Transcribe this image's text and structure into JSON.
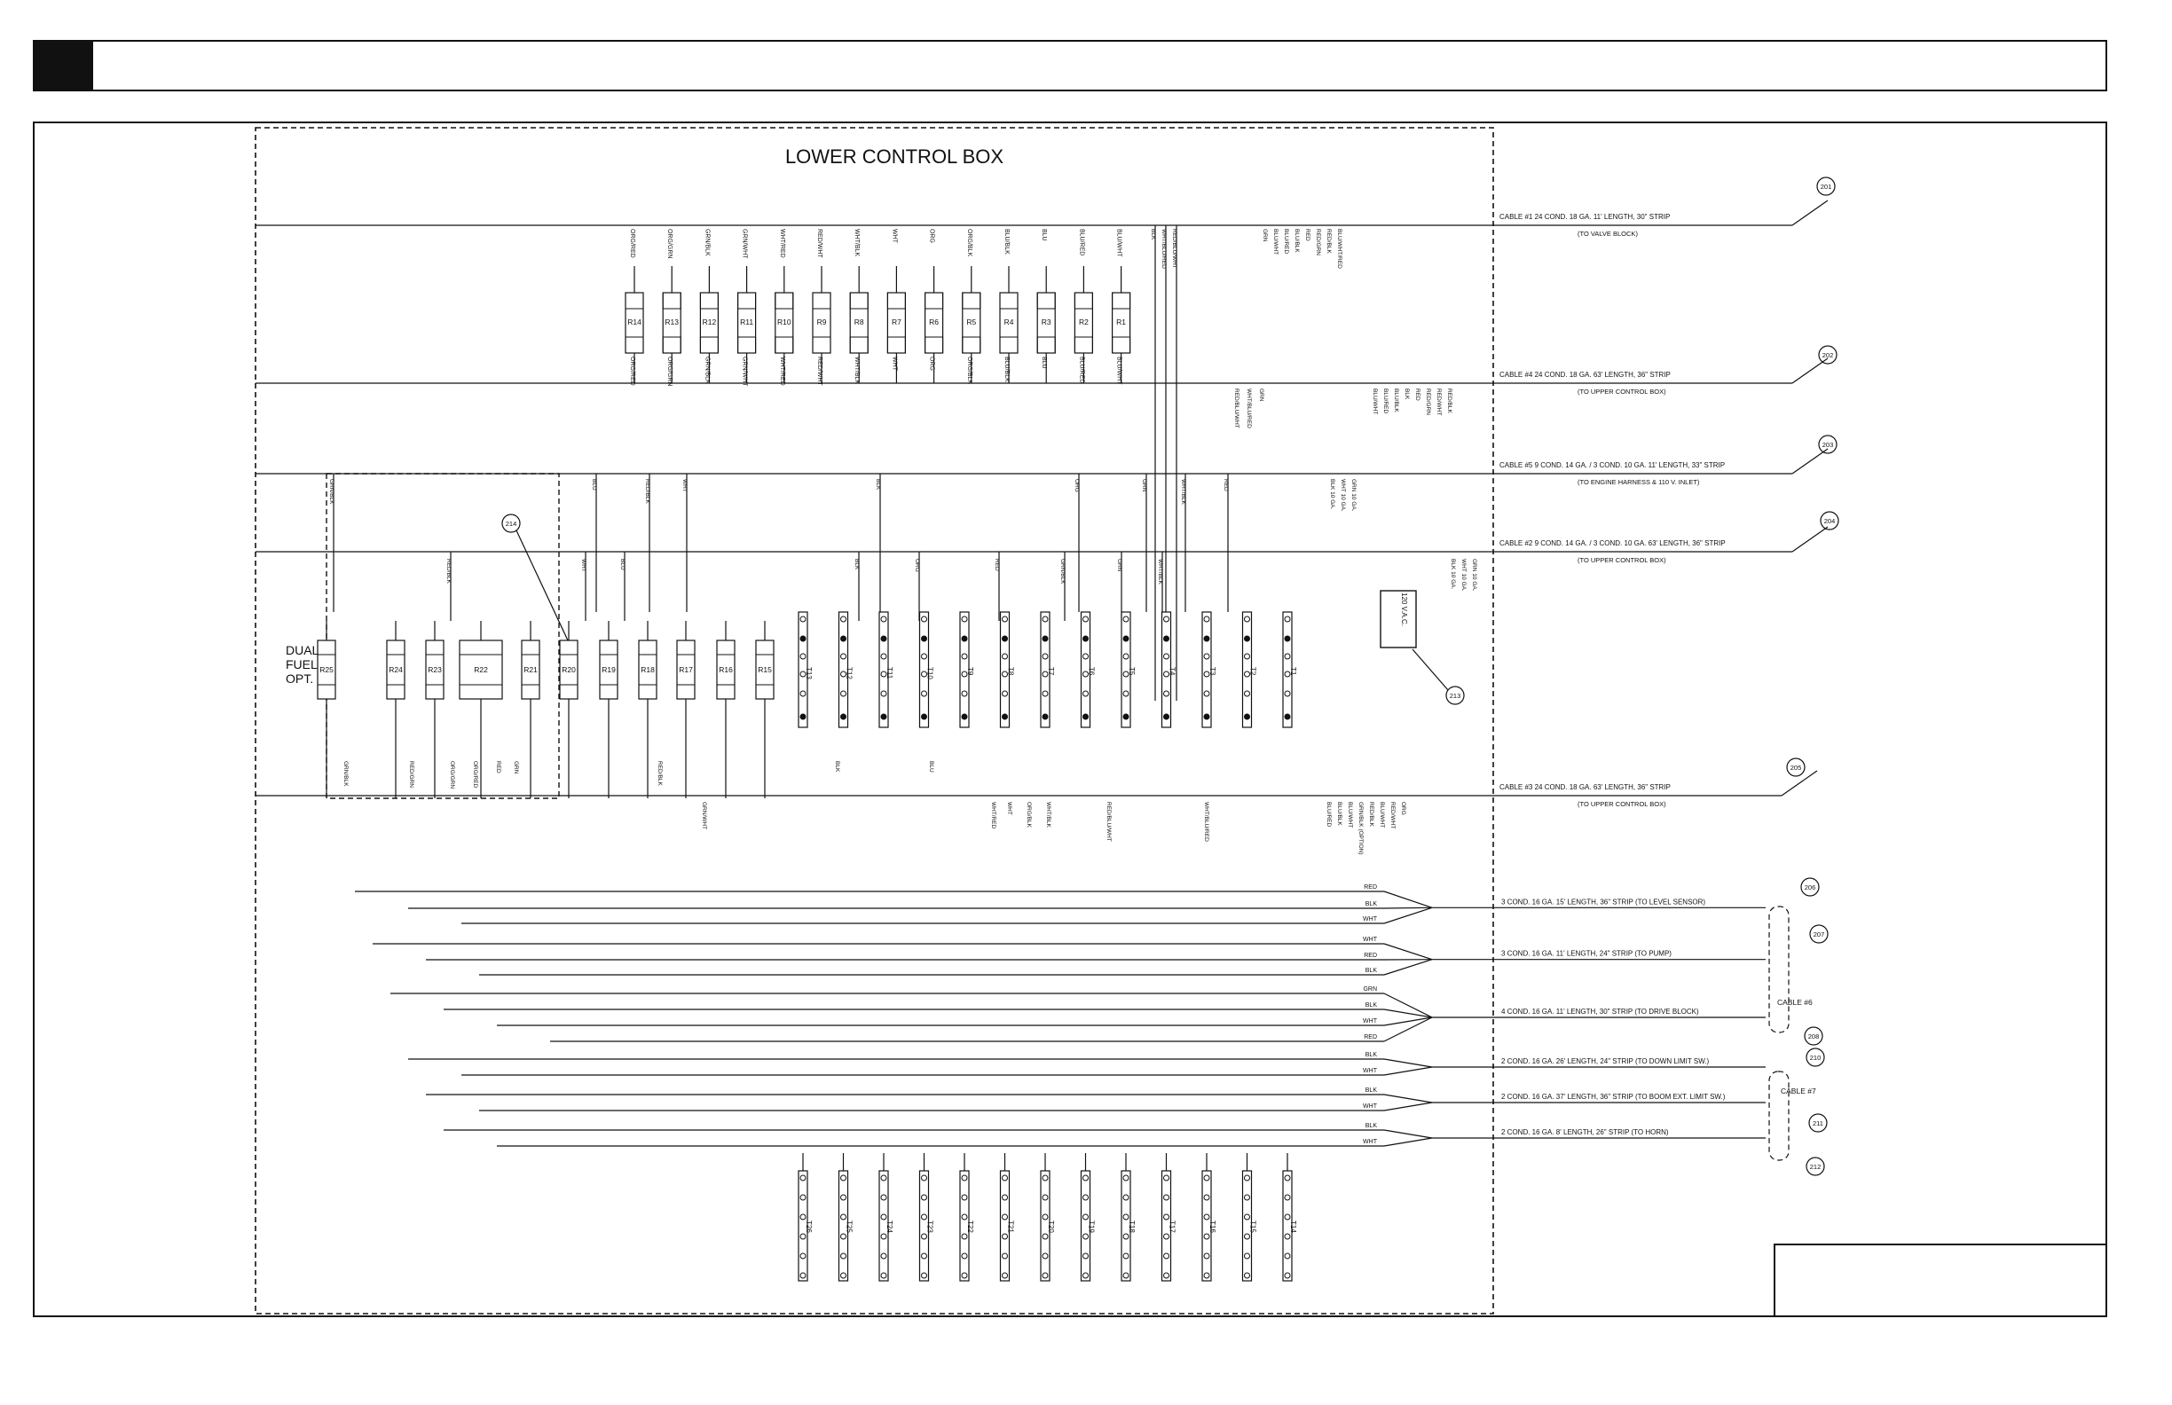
{
  "diagram": {
    "title": "LOWER CONTROL BOX",
    "dual_fuel_label": [
      "DUAL",
      "FUEL",
      "OPT."
    ],
    "ac_label": "120 V.A.C.",
    "cables": [
      {
        "ref": "201",
        "text": "CABLE #1  24 COND. 18 GA.  11' LENGTH, 30\" STRIP",
        "sub": "(TO VALVE BLOCK)"
      },
      {
        "ref": "202",
        "text": "CABLE #4  24 COND. 18 GA. 63' LENGTH, 36\" STRIP",
        "sub": "(TO UPPER CONTROL BOX)"
      },
      {
        "ref": "203",
        "text": "CABLE #5  9 COND. 14 GA. / 3 COND. 10 GA.  11' LENGTH, 33\" STRIP",
        "sub": "(TO ENGINE HARNESS & 110 V. INLET)"
      },
      {
        "ref": "204",
        "text": "CABLE #2  9 COND. 14 GA. / 3 COND. 10 GA.  63' LENGTH, 36\" STRIP",
        "sub": "(TO UPPER CONTROL BOX)"
      },
      {
        "ref": "205",
        "text": "CABLE #3  24 COND. 18 GA. 63' LENGTH, 36\" STRIP",
        "sub": "(TO UPPER CONTROL BOX)"
      }
    ],
    "wire_groups": [
      {
        "ref": "206",
        "text": "3 COND. 16 GA. 15' LENGTH, 36\" STRIP (TO LEVEL SENSOR)",
        "wires": [
          "RED",
          "BLK",
          "WHT"
        ]
      },
      {
        "ref": "207",
        "text": "3 COND. 16 GA. 11' LENGTH, 24\" STRIP (TO PUMP)",
        "wires": [
          "WHT",
          "RED",
          "BLK"
        ]
      },
      {
        "ref": "208",
        "text": "4 COND. 16 GA. 11' LENGTH, 30\" STRIP (TO DRIVE BLOCK)",
        "wires": [
          "GRN",
          "BLK",
          "WHT",
          "RED"
        ]
      },
      {
        "ref": "210",
        "text": "2 COND. 16 GA. 26' LENGTH, 24\" STRIP (TO DOWN LIMIT SW.)",
        "wires": [
          "BLK",
          "WHT"
        ]
      },
      {
        "ref": "211",
        "text": "2 COND. 16 GA. 37' LENGTH, 36\" STRIP (TO BOOM EXT. LIMIT SW.)",
        "wires": [
          "BLK",
          "WHT"
        ]
      },
      {
        "ref": "212",
        "text": "2 COND. 16 GA. 8' LENGTH, 26\" STRIP (TO HORN)",
        "wires": [
          "BLK",
          "WHT"
        ]
      }
    ],
    "bundle_labels": [
      "CABLE #6",
      "CABLE #7"
    ],
    "callouts": [
      "213",
      "214"
    ],
    "top_relays": [
      "R14",
      "R13",
      "R12",
      "R11",
      "R10",
      "R9",
      "R8",
      "R7",
      "R6",
      "R5",
      "R4",
      "R3",
      "R2",
      "R1"
    ],
    "top_relay_wires_top": [
      "ORG/RED",
      "ORG/GRN",
      "GRN/BLK",
      "GRN/WHT",
      "WHT/RED",
      "RED/WHT",
      "WHT/BLK",
      "WHT",
      "ORG",
      "ORG/BLK",
      "BLU/BLK",
      "BLU",
      "BLU/RED",
      "BLU/WHT"
    ],
    "top_relay_wires_bottom": [
      "ORG/RED",
      "ORG/GRN",
      "GRN/BLK",
      "GRN/WHT",
      "WHT/RED",
      "RED/WHT",
      "WHT/BLK",
      "WHT",
      "ORG",
      "ORG/BLK",
      "BLU/BLK",
      "BLU",
      "BLU/RED",
      "BLU/WHT"
    ],
    "mid_relays": [
      "R25",
      "R24",
      "R23",
      "R22",
      "R21",
      "R20",
      "R19",
      "R18",
      "R17",
      "R16",
      "R15"
    ],
    "mid_terminals": [
      "T13",
      "T12",
      "T11",
      "T10",
      "T9",
      "T8",
      "T7",
      "T6",
      "T5",
      "T4",
      "T3",
      "T2",
      "T1"
    ],
    "bottom_terminals": [
      "T26",
      "T25",
      "T24",
      "T23",
      "T22",
      "T21",
      "T20",
      "T19",
      "T18",
      "T17",
      "T16",
      "T15",
      "T14"
    ],
    "cable1_list": [
      "BLK",
      "WHT/BLU/RED",
      "RED/BLU/WHT",
      "GRN",
      "BLU/WHT",
      "BLU/RED",
      "BLU/BLK",
      "RED",
      "RED/GRN",
      "RED/BLK",
      "BLU/WHT/RED"
    ],
    "cable4_list": [
      "RED/BLU/WHT",
      "WHT/BLU/RED",
      "GRN",
      "BLU/WHT",
      "BLU/RED",
      "BLU/BLK",
      "BLK",
      "RED",
      "RED/GRN",
      "RED/WHT",
      "RED/BLK"
    ],
    "cable5_list": [
      "GRN/BLK",
      "BLU",
      "RED/BLK",
      "WHT",
      "BLK",
      "ORG",
      "GRN",
      "WHT/BLK",
      "RED",
      "BLK 10 GA.",
      "WHT 10 GA.",
      "GRN 10 GA."
    ],
    "cable2_list": [
      "RED/BLK",
      "WHT",
      "BLU",
      "BLK",
      "ORG",
      "RED",
      "GRN/BLK",
      "GRN",
      "WHT/BLK",
      "BLK 10 GA.",
      "WHT 10 GA.",
      "GRN 10 GA."
    ],
    "cable3_list": [
      "GRN/BLK",
      "RED/GRN",
      "ORG/GRN",
      "ORG/RED",
      "RED",
      "GRN",
      "RED/BLK",
      "BLK",
      "BLU",
      "GRN/WHT",
      "WHT/RED",
      "WHT",
      "ORG/BLK",
      "WHT/BLK",
      "RED/BLU/WHT",
      "WHT/BLU/RED",
      "BLU/RED",
      "BLU/BLK",
      "BLU/WHT",
      "GRN/BLK (OPTION)",
      "RED/BLK",
      "BLU/WHT",
      "RED/WHT",
      "ORG"
    ]
  },
  "colors": {
    "line": "#111111",
    "background": "#ffffff"
  }
}
